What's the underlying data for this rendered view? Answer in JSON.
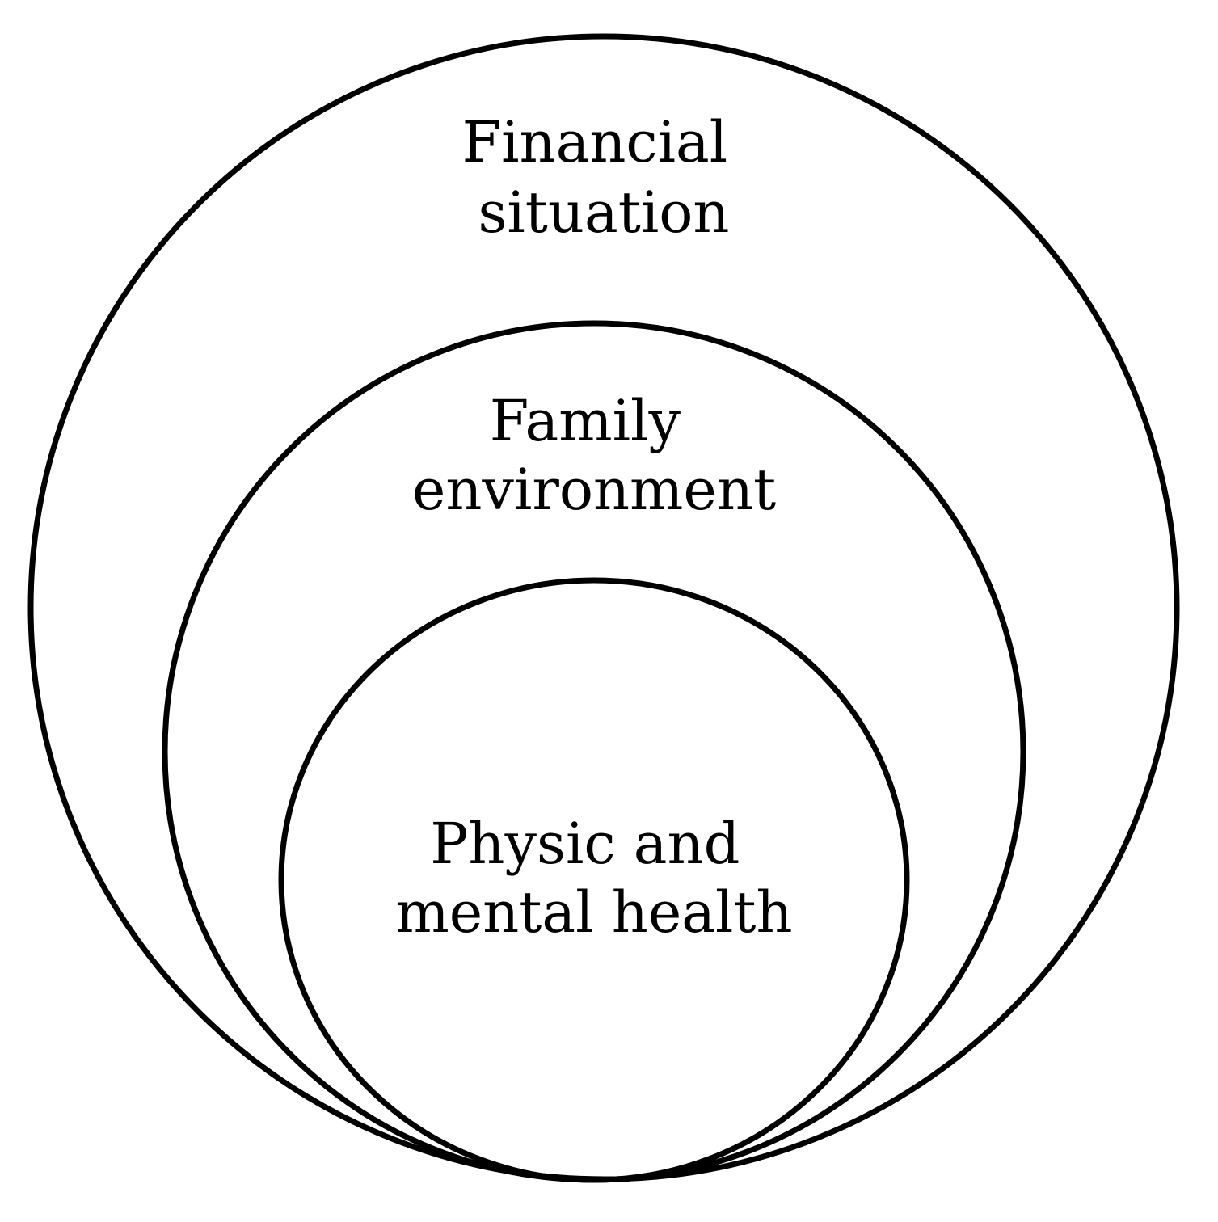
{
  "diagram": {
    "type": "nested-circles",
    "stroke_color": "#000000",
    "background_color": "#ffffff",
    "layers": [
      {
        "id": "outer",
        "line1": "Financial",
        "line2": "situation"
      },
      {
        "id": "middle",
        "line1": "Family",
        "line2": "environment"
      },
      {
        "id": "inner",
        "line1": "Physic and",
        "line2": "mental health"
      }
    ]
  }
}
